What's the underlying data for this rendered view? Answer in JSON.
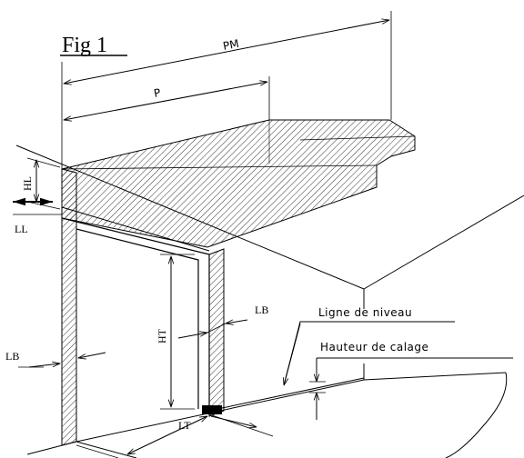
{
  "figure": {
    "title": "Fig 1"
  },
  "dimensions": {
    "pm": "PM",
    "p": "P",
    "hl": "HL",
    "ll": "LL",
    "ht": "HT",
    "lb_right": "LB",
    "lb_left": "LB",
    "lt": "LT"
  },
  "callouts": {
    "ligne_de_niveau": "Ligne de niveau",
    "hauteur_de_calage": "Hauteur de calage"
  }
}
